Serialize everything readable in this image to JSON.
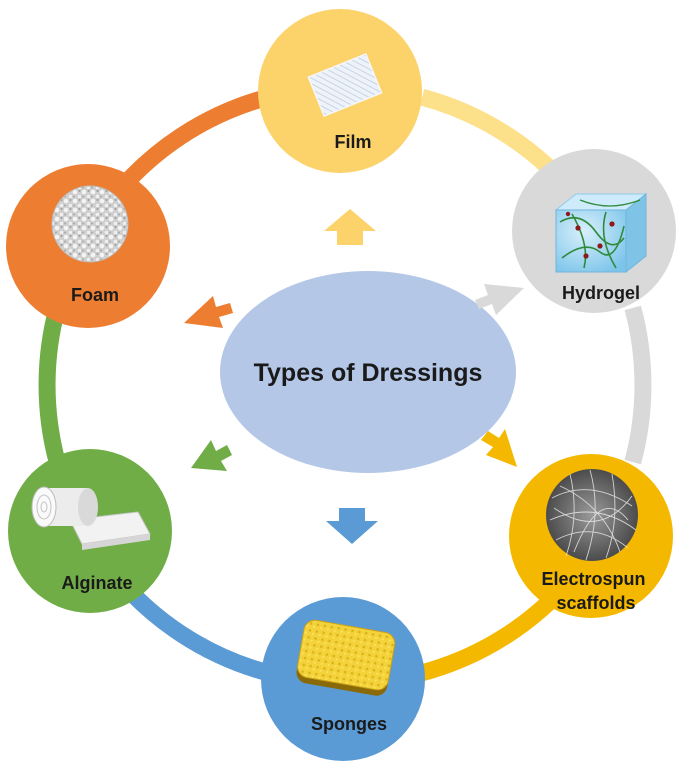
{
  "title": "Types of Dressings",
  "nodes": [
    {
      "label": "Film",
      "icon": "film-icon",
      "color": "#fcd36b",
      "ring_color": "#fde08a"
    },
    {
      "label": "Hydrogel",
      "icon": "hydrogel-cube-icon",
      "color": "#d9d9d9",
      "ring_color": "#d9d9d9"
    },
    {
      "label": "Electrospun scaffolds",
      "icon": "electrospun-fiber-icon",
      "color": "#f5b800",
      "ring_color": "#f5b800"
    },
    {
      "label": "Sponges",
      "icon": "sponge-icon",
      "color": "#5b9bd5",
      "ring_color": "#5b9bd5"
    },
    {
      "label": "Alginate",
      "icon": "alginate-roll-icon",
      "color": "#70ad47",
      "ring_color": "#70ad47"
    },
    {
      "label": "Foam",
      "icon": "foam-disc-icon",
      "color": "#ed7d31",
      "ring_color": "#ed7d31"
    }
  ],
  "center_color": "#b4c7e7"
}
